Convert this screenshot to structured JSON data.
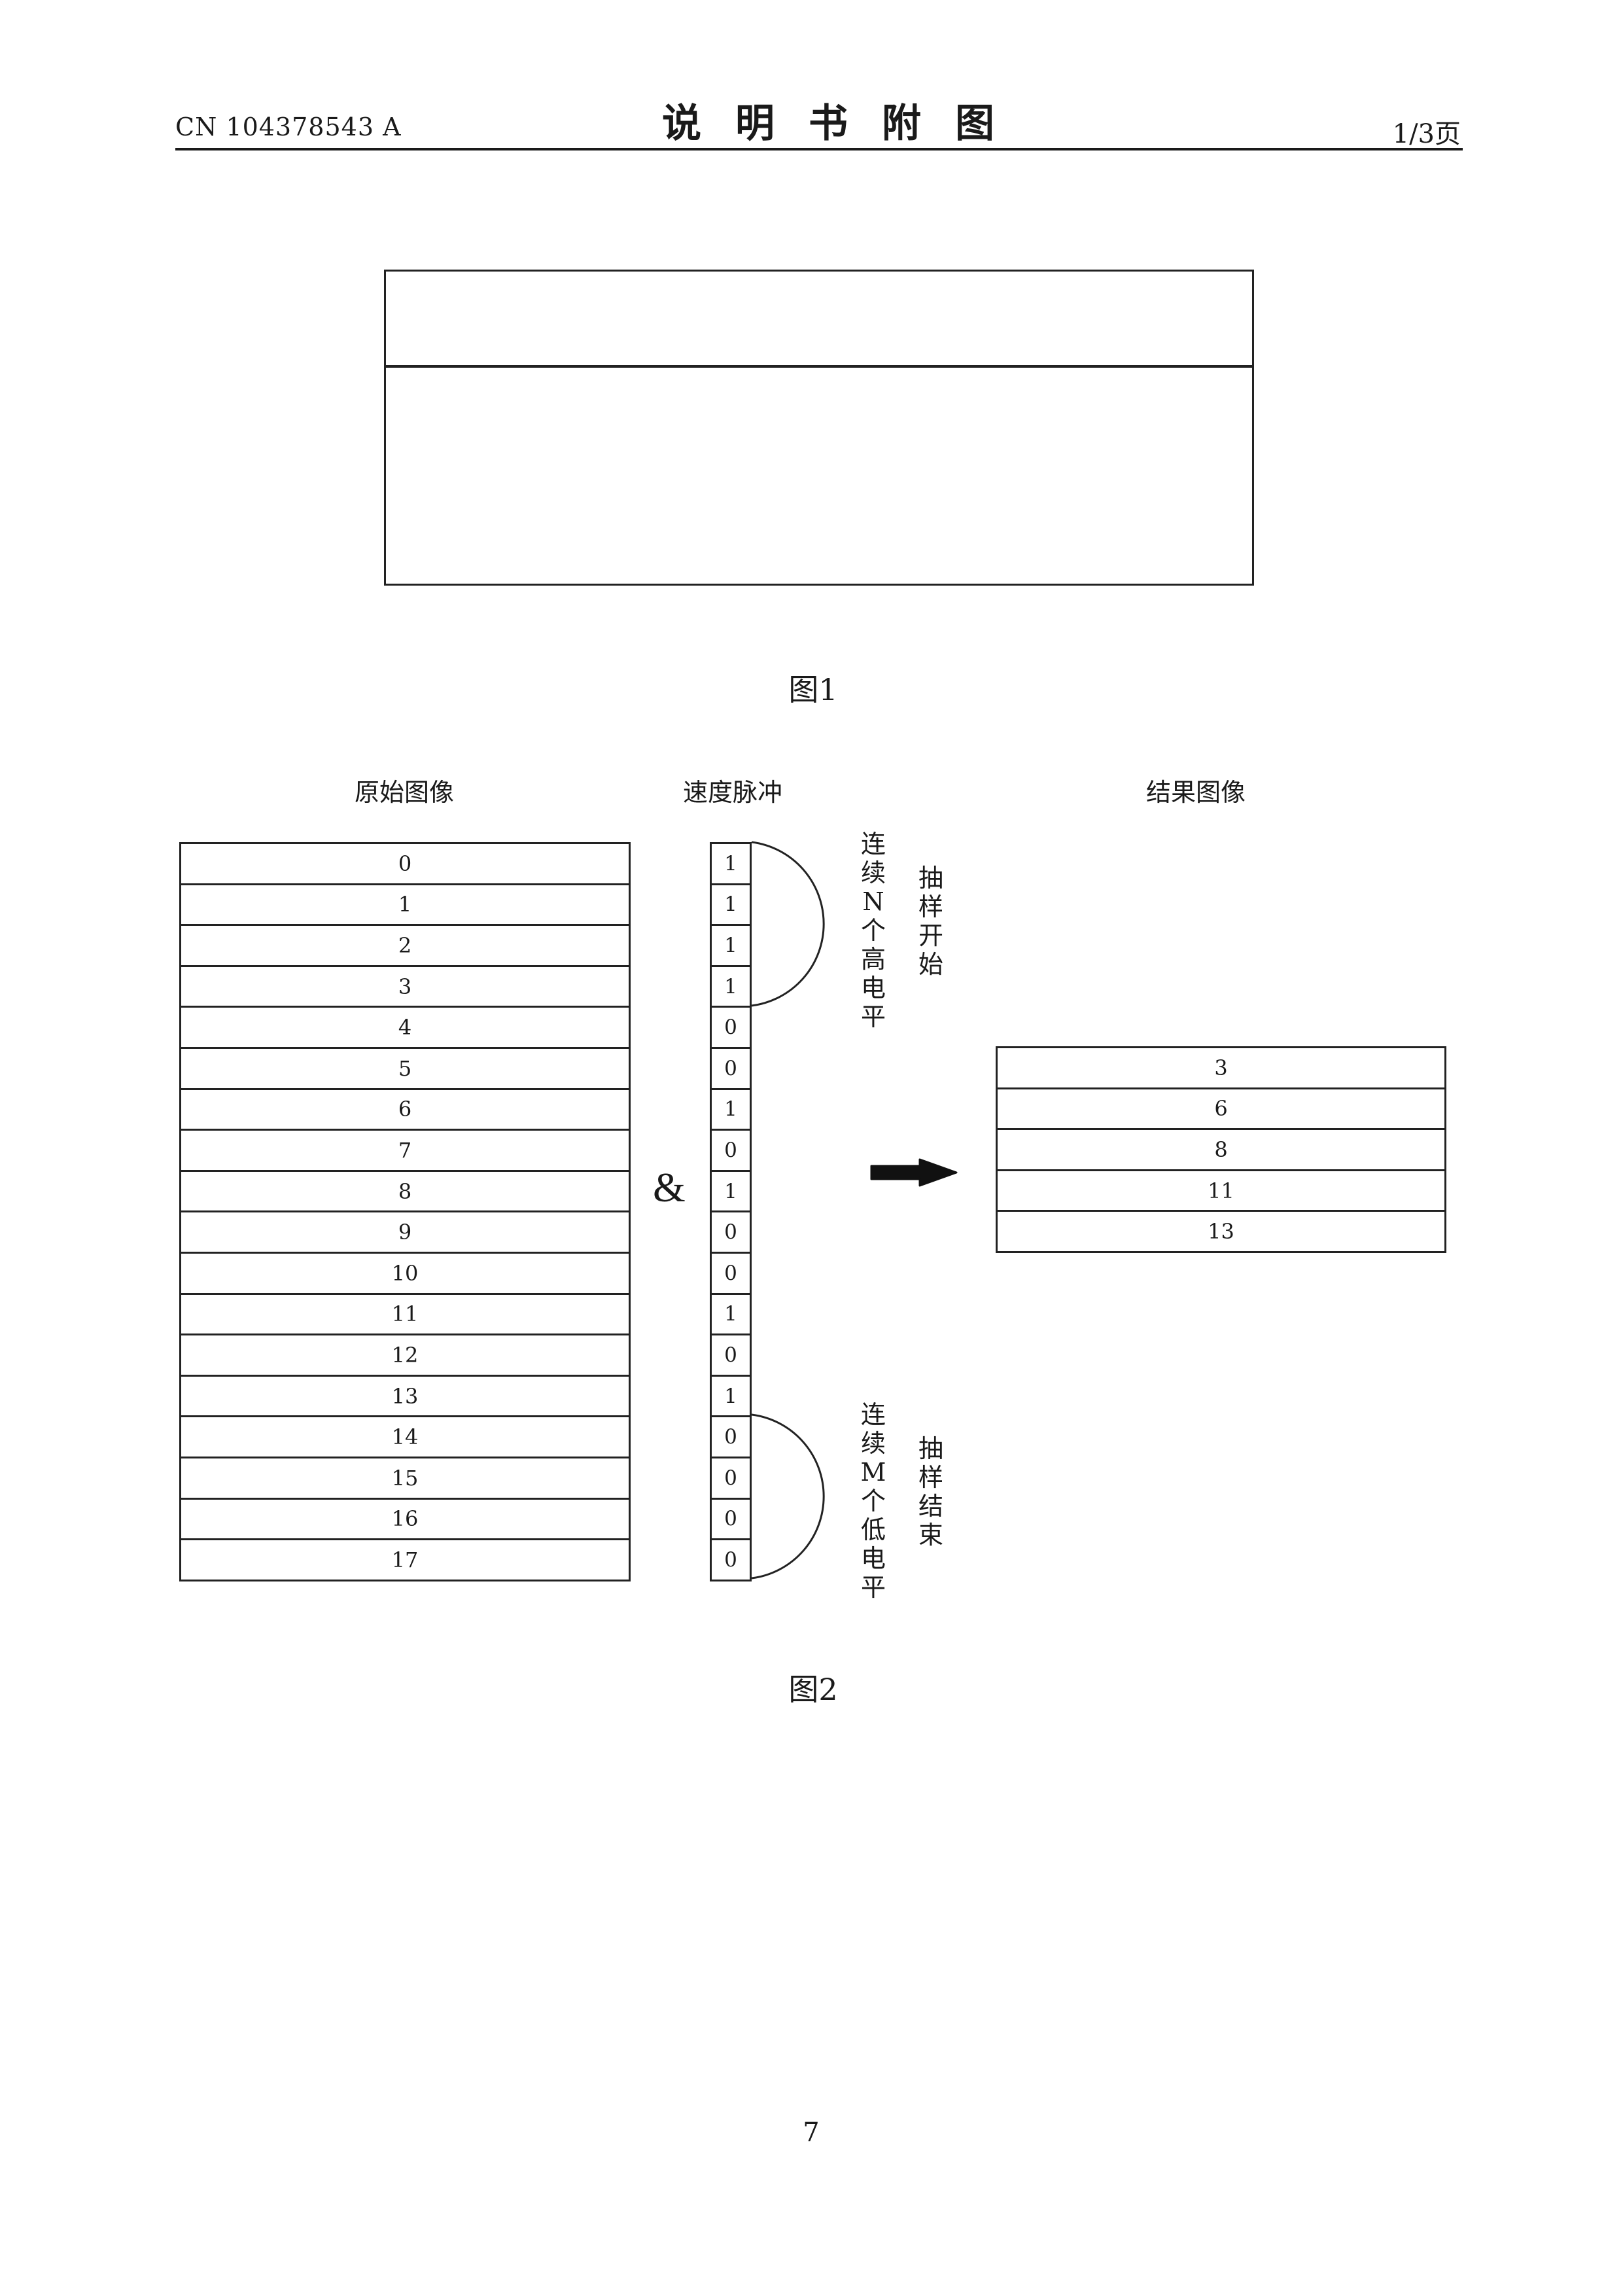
{
  "header": {
    "patent_number": "CN 104378543 A",
    "section_title": "说明书附图",
    "page_of": "1/3页"
  },
  "figure1": {
    "caption": "图1"
  },
  "figure2": {
    "caption": "图2",
    "original_image": {
      "title": "原始图像",
      "rows": [
        "0",
        "1",
        "2",
        "3",
        "4",
        "5",
        "6",
        "7",
        "8",
        "9",
        "10",
        "11",
        "12",
        "13",
        "14",
        "15",
        "16",
        "17"
      ]
    },
    "speed_pulse": {
      "title": "速度脉冲",
      "bits": [
        "1",
        "1",
        "1",
        "1",
        "0",
        "0",
        "1",
        "0",
        "1",
        "0",
        "0",
        "1",
        "0",
        "1",
        "0",
        "0",
        "0",
        "0"
      ]
    },
    "operator": "&",
    "result_image": {
      "title": "结果图像",
      "rows": [
        "3",
        "6",
        "8",
        "11",
        "13"
      ]
    },
    "annotations": {
      "top_condition": "连续N个高电平",
      "top_action": "抽样开始",
      "bottom_condition": "连续M个低电平",
      "bottom_action": "抽样结束"
    }
  },
  "page_number": "7"
}
